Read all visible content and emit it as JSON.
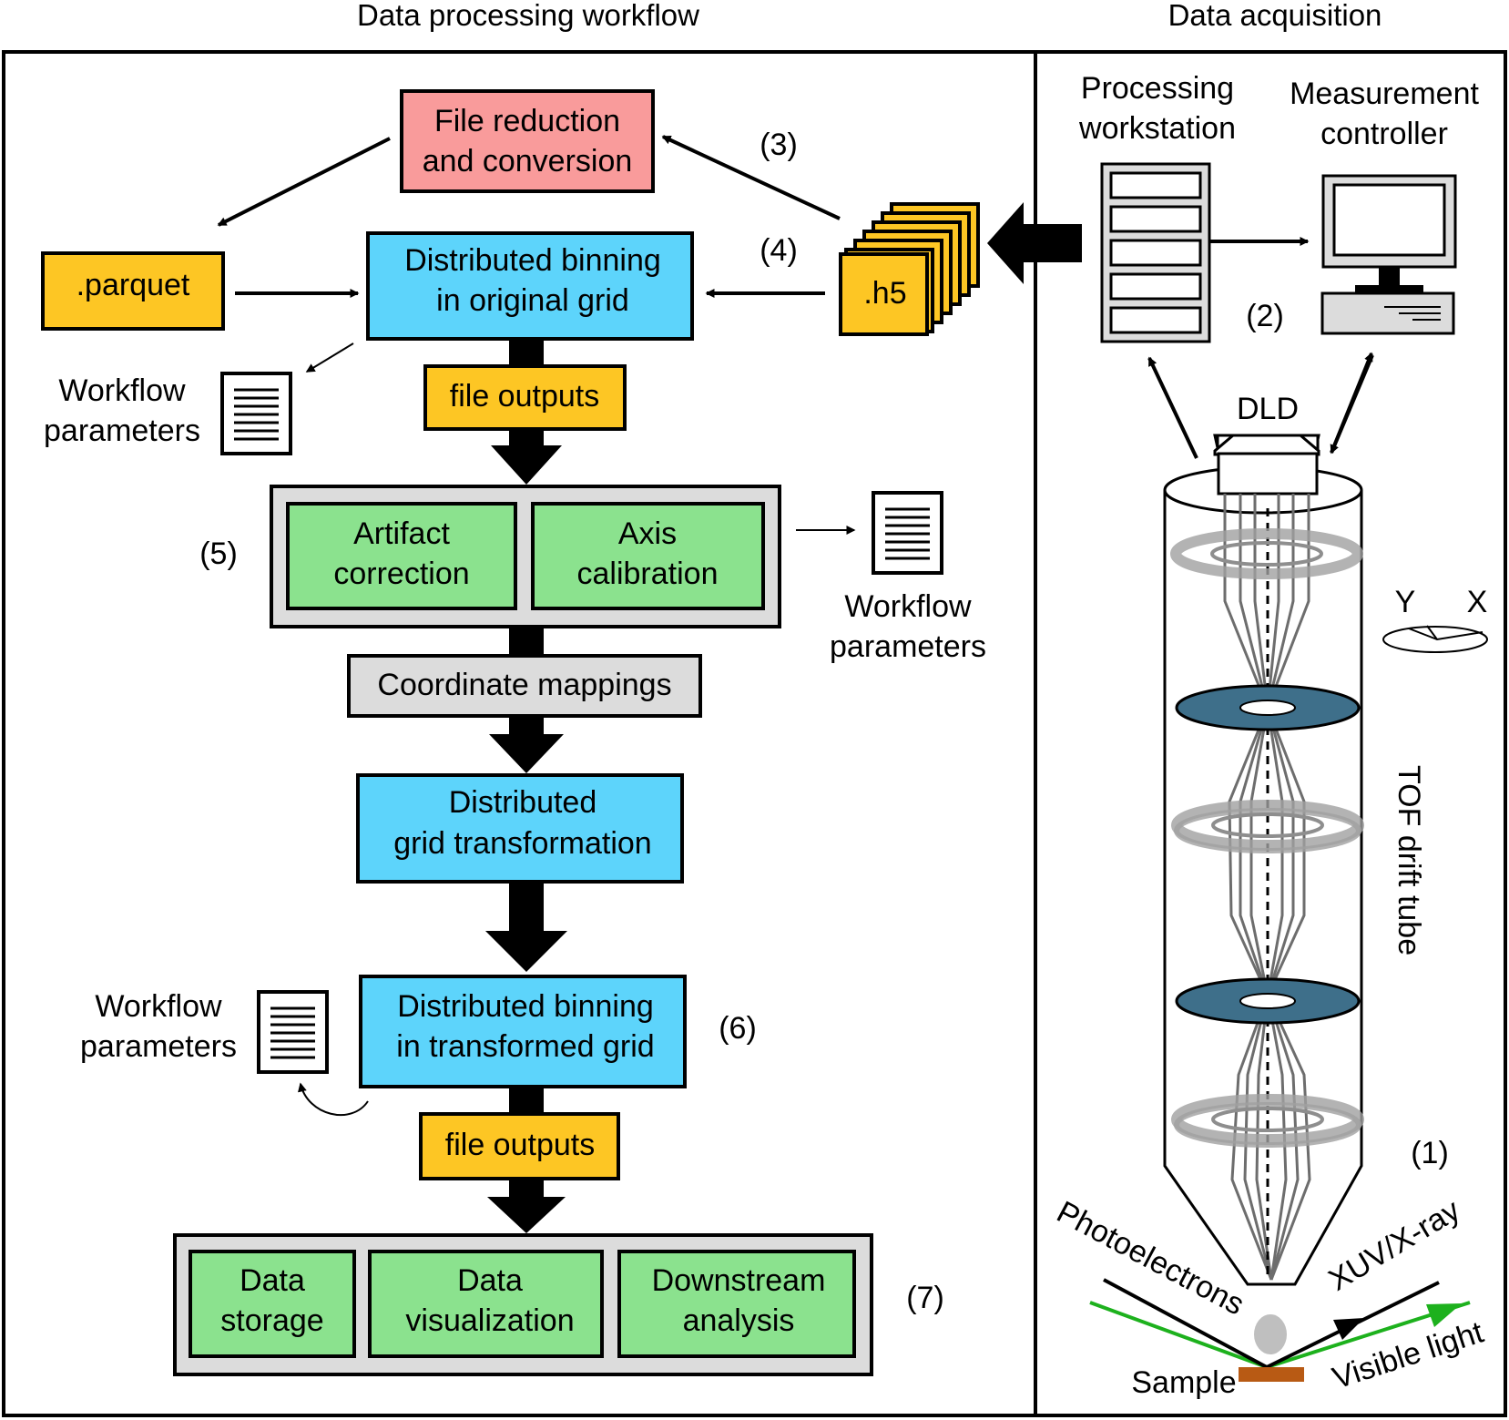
{
  "headers": {
    "left": "Data processing workflow",
    "right": "Data acquisition"
  },
  "boxes": {
    "file_reduction": [
      "File reduction",
      "and conversion"
    ],
    "parquet": ".parquet",
    "binning_original": [
      "Distributed binning",
      "in original grid"
    ],
    "file_outputs_1": "file outputs",
    "artifact_correction": [
      "Artifact",
      "correction"
    ],
    "axis_calibration": [
      "Axis",
      "calibration"
    ],
    "coordinate_mappings": "Coordinate mappings",
    "grid_transformation": [
      "Distributed",
      "grid transformation"
    ],
    "binning_transformed": [
      "Distributed binning",
      "in transformed grid"
    ],
    "file_outputs_2": "file outputs",
    "data_storage": [
      "Data",
      "storage"
    ],
    "data_visualization": [
      "Data",
      "visualization"
    ],
    "downstream_analysis": [
      "Downstream",
      "analysis"
    ],
    "h5": ".h5"
  },
  "workflow_parameters": {
    "upper": [
      "Workflow",
      "parameters"
    ],
    "middle": [
      "Workflow",
      "parameters"
    ],
    "lower": [
      "Workflow",
      "parameters"
    ]
  },
  "step_labels": {
    "s1": "(1)",
    "s2": "(2)",
    "s3": "(3)",
    "s4": "(4)",
    "s5": "(5)",
    "s6": "(6)",
    "s7": "(7)"
  },
  "acquisition": {
    "processing_workstation": [
      "Processing",
      "workstation"
    ],
    "measurement_controller": [
      "Measurement",
      "controller"
    ],
    "dld": "DLD",
    "tof_drift_tube": "TOF drift tube",
    "axis_y": "Y",
    "axis_x": "X",
    "photoelectrons": "Photoelectrons",
    "xuv_xray": "XUV/X-ray",
    "visible_light": "Visible light",
    "sample": "Sample"
  },
  "colors": {
    "file_reduction_fill": "#F99B9B",
    "yellow_fill": "#FDC624",
    "blue_fill": "#5DD4FB",
    "green_fill": "#8BE28E",
    "gray_fill": "#DCDCDC",
    "lens_dark": "#3E6F8A",
    "lens_light": "#D6D6D6",
    "green_beam": "#1DB11D",
    "sample_fill": "#B85A14"
  }
}
